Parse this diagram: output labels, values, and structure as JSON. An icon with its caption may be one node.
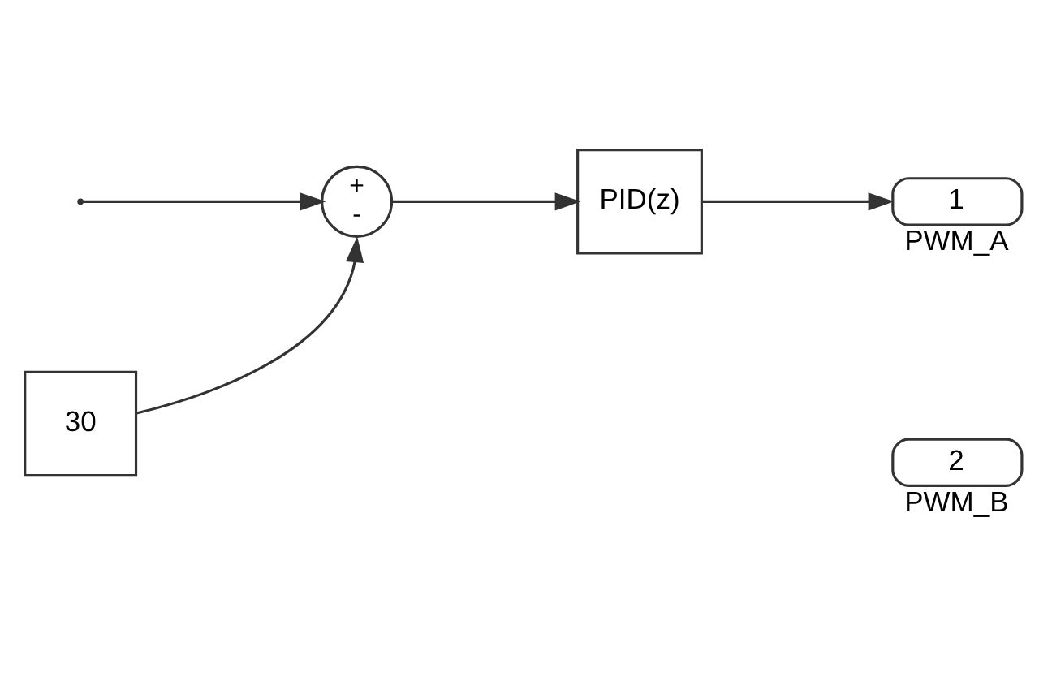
{
  "diagram": {
    "nodes": [
      {
        "text": [
          "+",
          "-"
        ]
      },
      {
        "text": [
          "PID(z)"
        ]
      },
      {
        "text": [
          "1"
        ],
        "beside": [
          "PWM_A"
        ]
      },
      {
        "text": [
          "30"
        ]
      },
      {
        "text": [
          "2"
        ],
        "beside": [
          "PWM_B"
        ]
      }
    ],
    "edges": [
      {
        "from": null,
        "to": 0,
        "arrow": "to"
      },
      {
        "from": 3,
        "to": 0,
        "arrow": "to"
      },
      {
        "from": 0,
        "to": 1,
        "arrow": "to"
      },
      {
        "from": 1,
        "to": 2,
        "arrow": "to"
      }
    ]
  }
}
